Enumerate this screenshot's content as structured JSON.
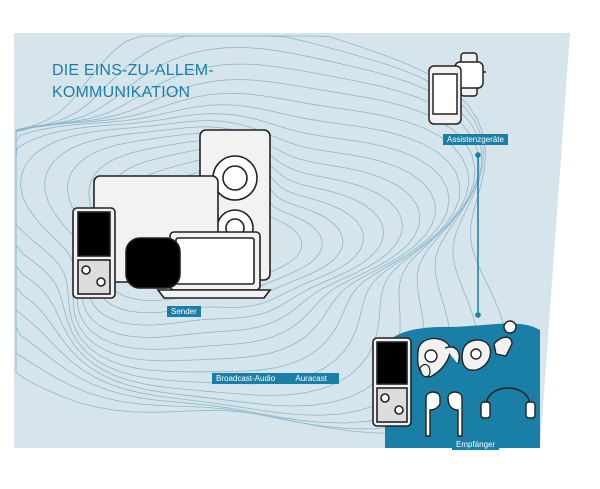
{
  "title": {
    "line1": "DIE EINS-ZU-ALLEM-",
    "line2": "KOMMUNIKATION"
  },
  "labels": {
    "sender": "Sender",
    "assistive": "Assistenzgeräte",
    "receiver": "Empfänger",
    "broadcast": "Broadcast-Audio",
    "auracast": "Auracast"
  },
  "colors": {
    "accent": "#1a7fa6",
    "panel": "#d6e5ec",
    "wave": "#8fb6c8",
    "device_fill": "#f2f2f2",
    "device_stroke": "#222222"
  },
  "icons": [
    "smartphone-icon",
    "smartwatch-icon",
    "speaker-icon",
    "tv-icon",
    "mp3-player-icon",
    "smart-speaker-icon",
    "laptop-icon",
    "hearing-aid-icon",
    "cochlear-implant-icon",
    "earbuds-icon",
    "headphones-icon"
  ]
}
